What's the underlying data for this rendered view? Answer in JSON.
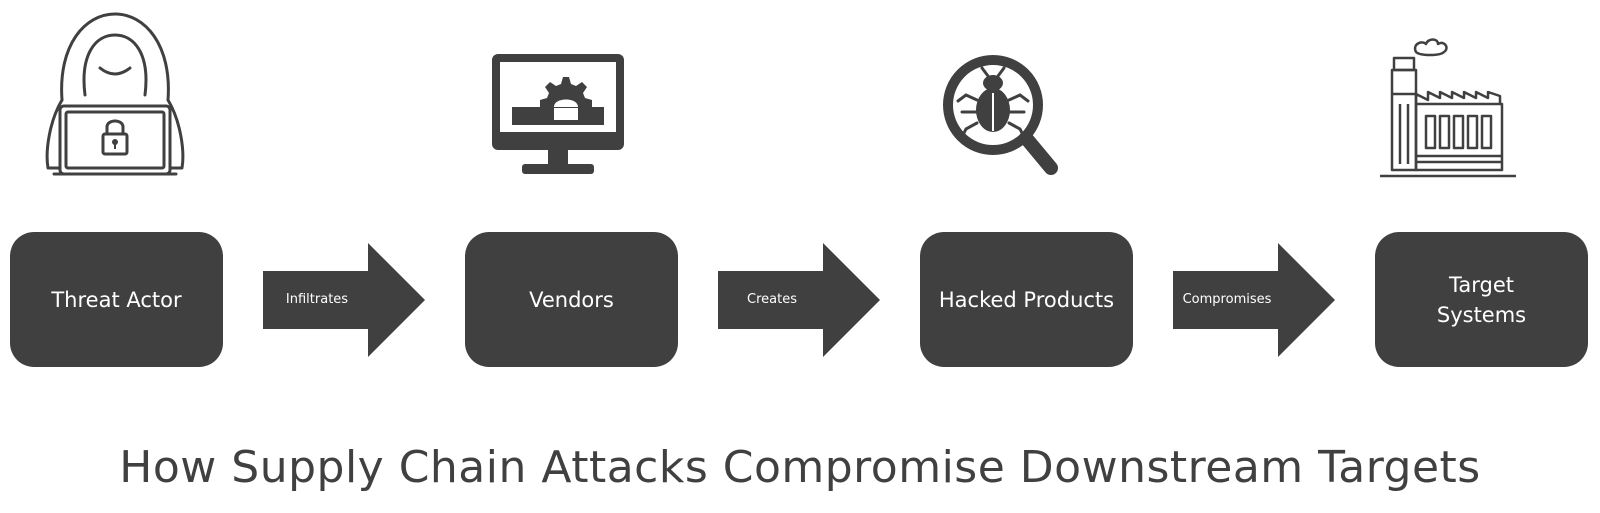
{
  "colors": {
    "box": "#404040",
    "arrow": "#404040",
    "icon": "#404040",
    "box_text": "#ffffff",
    "title": "#404040",
    "background": "#ffffff"
  },
  "flow": {
    "steps": [
      {
        "label": "Threat Actor",
        "icon": "hooded-hacker-laptop-icon"
      },
      {
        "label": "Vendors",
        "icon": "monitor-gear-icon"
      },
      {
        "label": "Hacked Products",
        "icon": "bug-magnifier-icon"
      },
      {
        "label": "Target Systems",
        "icon": "factory-icon"
      }
    ],
    "arrows": [
      {
        "label": "Infiltrates"
      },
      {
        "label": "Creates"
      },
      {
        "label": "Compromises"
      }
    ]
  },
  "title": "How Supply Chain Attacks Compromise Downstream Targets"
}
